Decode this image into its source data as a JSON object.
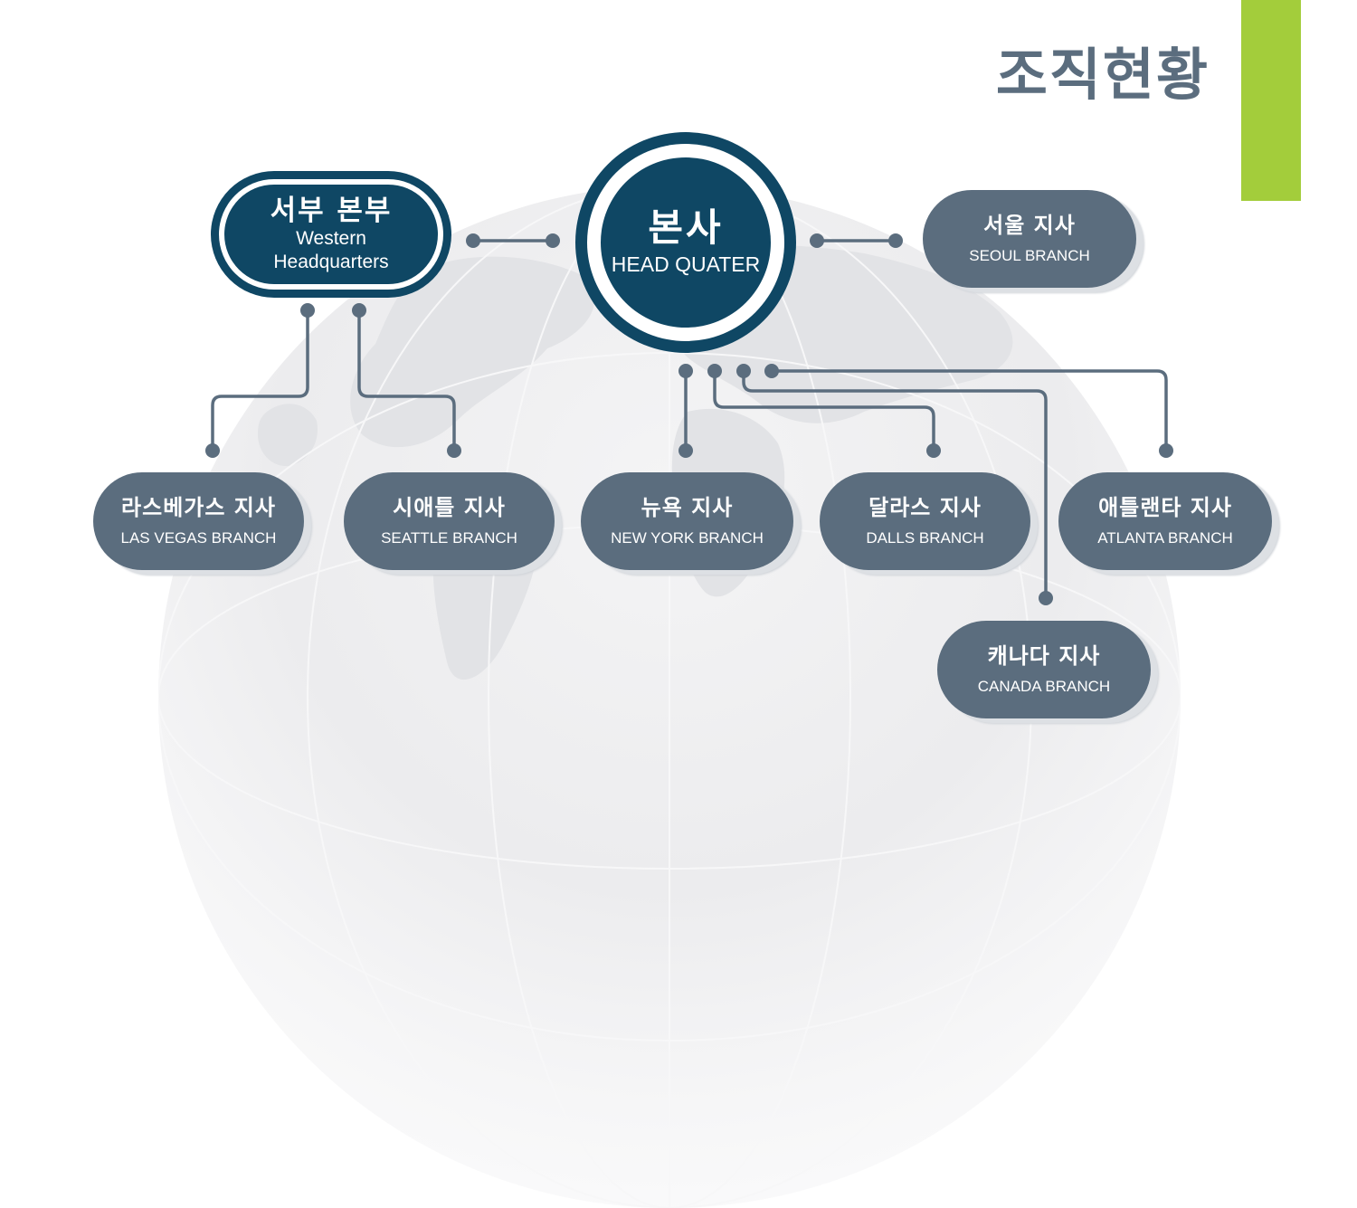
{
  "title": "조직현황",
  "colors": {
    "accent": "#a3cd3b",
    "navy": "#0f4764",
    "slate": "#5b6d7e",
    "title": "#5b6d7e"
  },
  "headquarter": {
    "ko": "본사",
    "en": "HEAD QUATER"
  },
  "western": {
    "ko": "서부 본부",
    "en_line1": "Western",
    "en_line2": "Headquarters"
  },
  "seoul": {
    "ko": "서울 지사",
    "en": "SEOUL BRANCH"
  },
  "branches": [
    {
      "ko": "라스베가스 지사",
      "en": "LAS VEGAS BRANCH"
    },
    {
      "ko": "시애틀 지사",
      "en": "SEATTLE BRANCH"
    },
    {
      "ko": "뉴욕 지사",
      "en": "NEW YORK BRANCH"
    },
    {
      "ko": "달라스 지사",
      "en": "DALLS BRANCH"
    },
    {
      "ko": "애틀랜타 지사",
      "en": "ATLANTA BRANCH"
    },
    {
      "ko": "캐나다 지사",
      "en": "CANADA BRANCH"
    }
  ]
}
